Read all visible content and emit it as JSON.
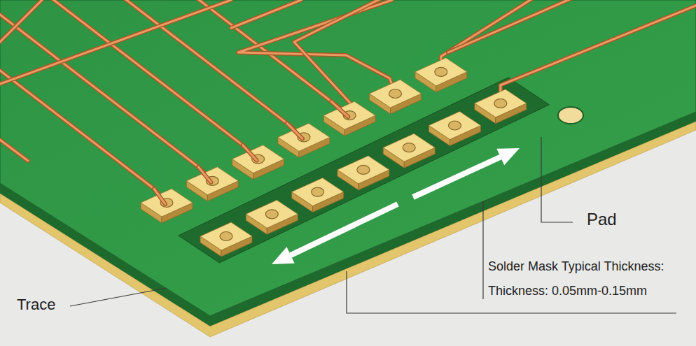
{
  "diagram": {
    "labels": [
      "Pad",
      "Trace",
      "Solder Mask Typical Thickness:",
      "Thickness: 0.05mm-0.15mm"
    ]
  }
}
